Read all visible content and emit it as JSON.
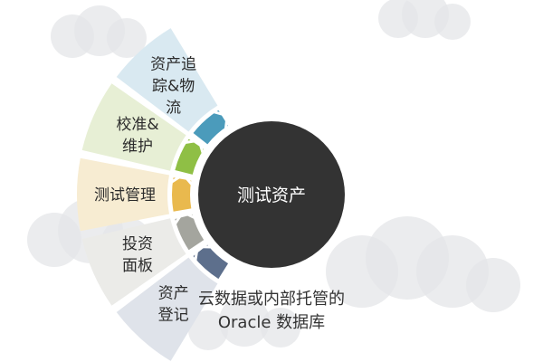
{
  "center": {
    "label": "测试资产"
  },
  "segments": [
    {
      "id": "asset-registration",
      "lines": [
        "资产",
        "登记"
      ],
      "fill": "#dfe3ea",
      "band": "#5d6f8c"
    },
    {
      "id": "investment-dashboard",
      "lines": [
        "投资",
        "面板"
      ],
      "fill": "#ebebe8",
      "band": "#a4a59e"
    },
    {
      "id": "test-management",
      "lines": [
        "测试管理"
      ],
      "fill": "#f7ecd2",
      "band": "#e9b94e"
    },
    {
      "id": "calibration-maintenance",
      "lines": [
        "校准&",
        "维护"
      ],
      "fill": "#e7efd5",
      "band": "#8fbf45"
    },
    {
      "id": "asset-tracking-logistics",
      "lines": [
        "资产追",
        "踪&物",
        "流"
      ],
      "fill": "#d9e9f1",
      "band": "#4b9bbb"
    }
  ],
  "footer": {
    "line1": "云数据或内部托管的",
    "line2": "Oracle 数据库"
  },
  "colors": {
    "center_fill": "#333333",
    "cloud": "#e4e6e8",
    "text": "#2c2c2c"
  }
}
